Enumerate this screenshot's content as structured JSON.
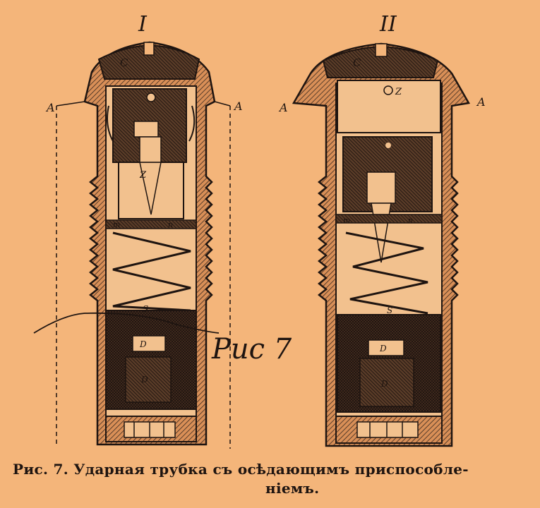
{
  "figure": {
    "panels": [
      {
        "numeral": "I",
        "marks": {
          "a_left": "A",
          "a_right": "A",
          "c": "C",
          "z": "Z",
          "n_left": "m",
          "n_right": "n",
          "s": "S",
          "d_upper": "D",
          "d_lower": "D"
        }
      },
      {
        "numeral": "II",
        "marks": {
          "a_left": "A",
          "a_right": "A",
          "c": "C",
          "z": "Z",
          "n_left": "m",
          "n_right": "n",
          "s": "S",
          "d_upper": "D",
          "d_lower": "D"
        }
      }
    ],
    "handwritten_note": "Рис 7"
  },
  "caption": {
    "line1": "Рис. 7.  Ударная трубка съ осѣдающимъ  приспособле-",
    "line2": "ніемъ."
  },
  "colors": {
    "background": "#f4b57a",
    "ink": "#1e1410",
    "hatch": "#3a2a20"
  }
}
